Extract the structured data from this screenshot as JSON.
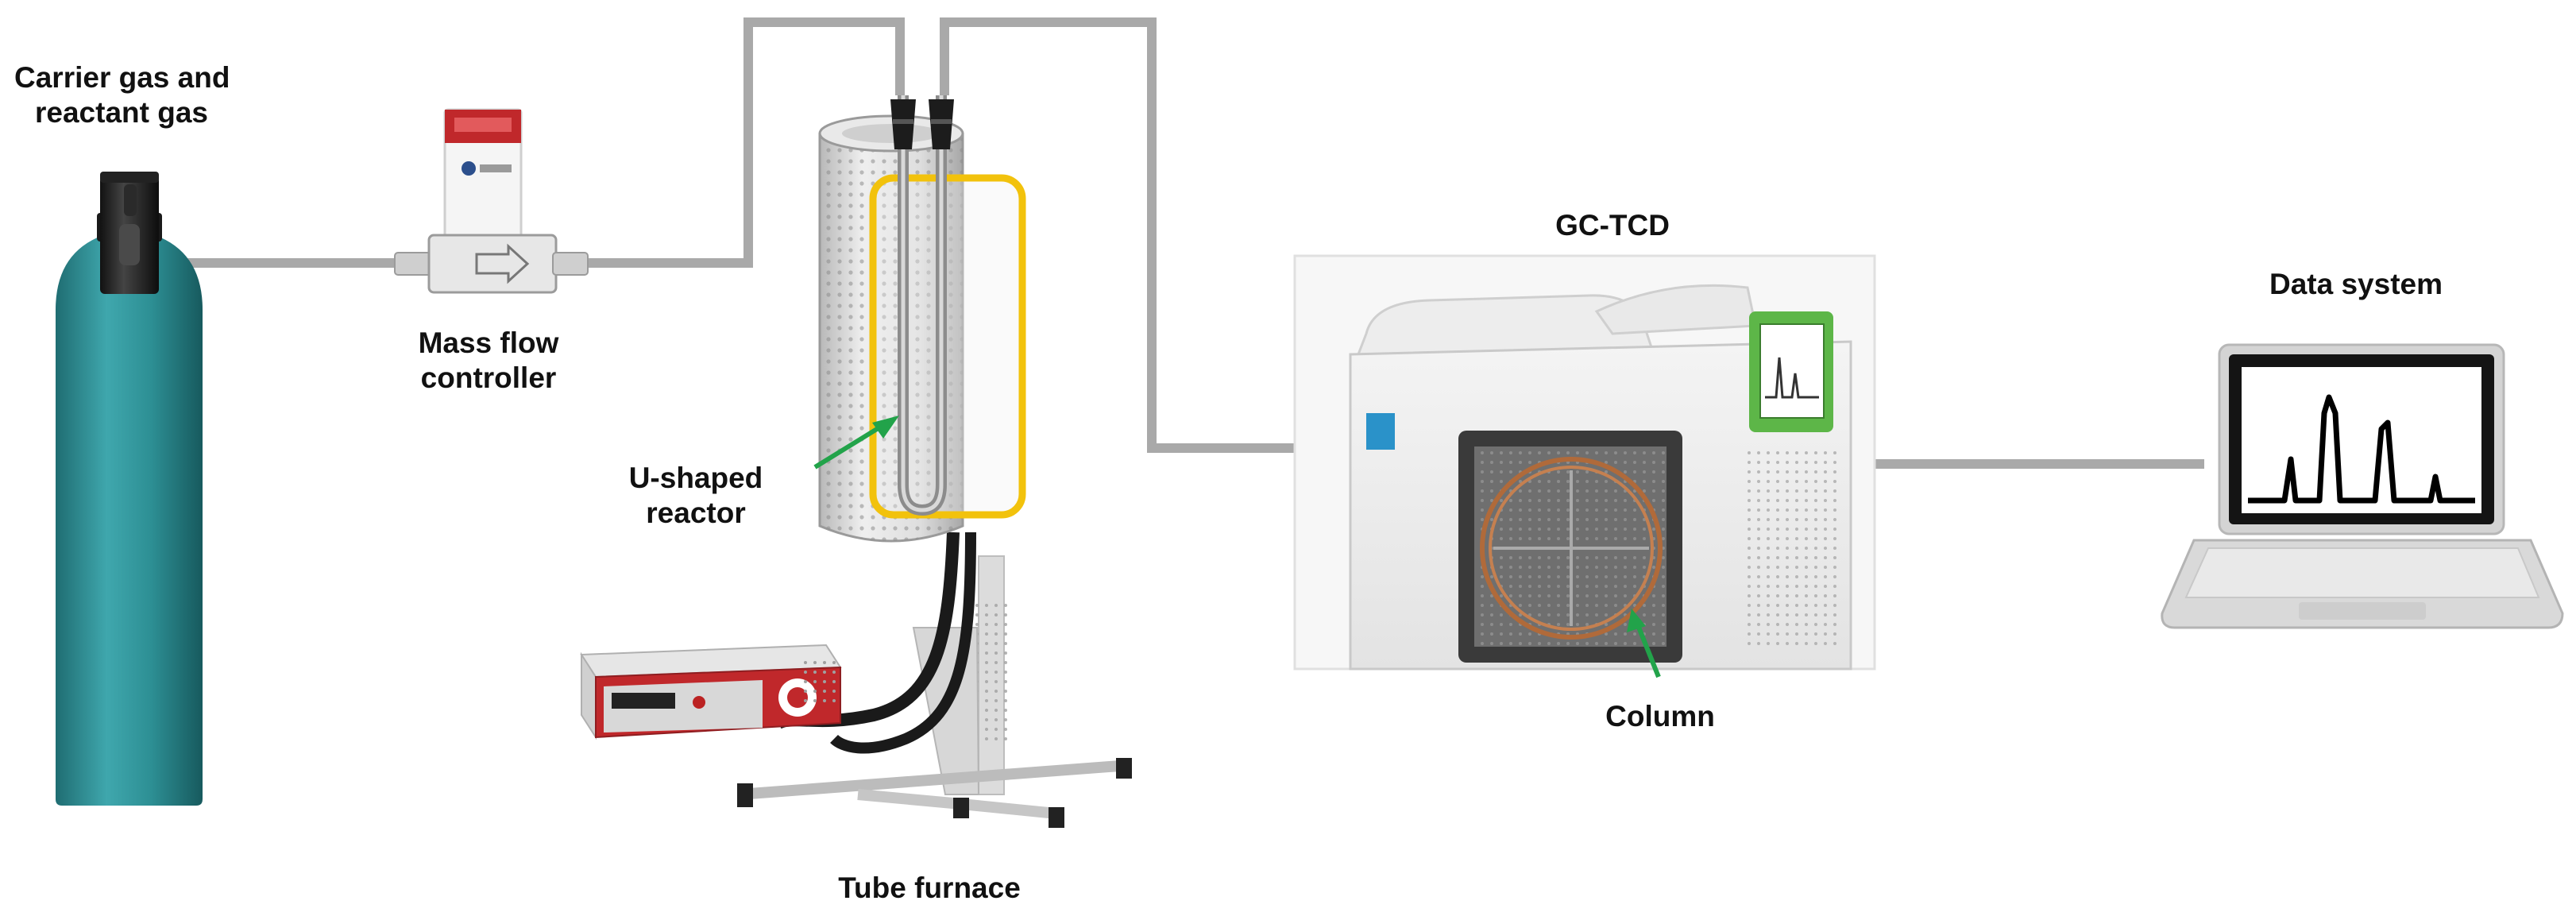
{
  "labels": {
    "carrier_line1": "Carrier gas and",
    "carrier_line2": "reactant gas",
    "mfc_line1": "Mass flow",
    "mfc_line2": "controller",
    "reactor_line1": "U-shaped",
    "reactor_line2": "reactor",
    "furnace": "Tube furnace",
    "gc": "GC-TCD",
    "column": "Column",
    "data_system": "Data system"
  },
  "colors": {
    "tubing": "#a9a9a9",
    "cylinder": "#2d8f94",
    "arrow": "#22a34a",
    "reactor_outline": "#f2c20c",
    "gc_screen": "#5db648",
    "controller_red": "#c0282b"
  }
}
